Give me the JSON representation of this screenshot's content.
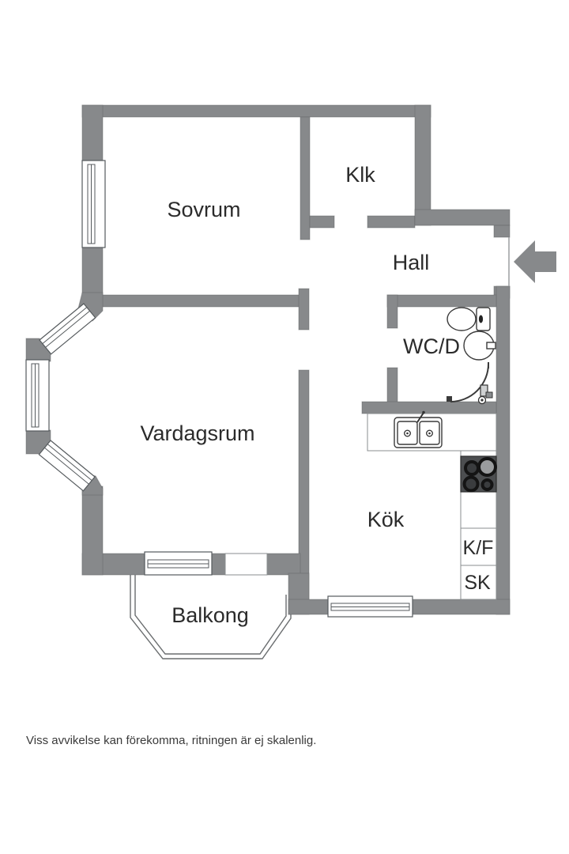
{
  "plan": {
    "rooms": {
      "sovrum": {
        "label": "Sovrum"
      },
      "klk": {
        "label": "Klk"
      },
      "hall": {
        "label": "Hall"
      },
      "wcd": {
        "label": "WC/D"
      },
      "vardagsrum": {
        "label": "Vardagsrum"
      },
      "kok": {
        "label": "Kök"
      },
      "kf": {
        "label": "K/F"
      },
      "sk": {
        "label": "SK"
      },
      "balkong": {
        "label": "Balkong"
      }
    },
    "fixtures": [
      {
        "name": "toilet-icon"
      },
      {
        "name": "bathroom-sink-icon"
      },
      {
        "name": "shower-icon"
      },
      {
        "name": "shower-mixer-icon"
      },
      {
        "name": "kitchen-sink-icon"
      },
      {
        "name": "stove-icon"
      },
      {
        "name": "fridge-freezer-cabinet"
      },
      {
        "name": "entrance-arrow-icon"
      },
      {
        "name": "window-icon"
      },
      {
        "name": "balcony-door-icon"
      }
    ],
    "colors": {
      "wall": "#87898B",
      "stove": "#4C4E50",
      "text": "#2B2B2B",
      "background": "#FFFFFF"
    },
    "footer": {
      "disclaimer": "Viss avvikelse kan förekomma, ritningen är ej skalenlig."
    }
  }
}
